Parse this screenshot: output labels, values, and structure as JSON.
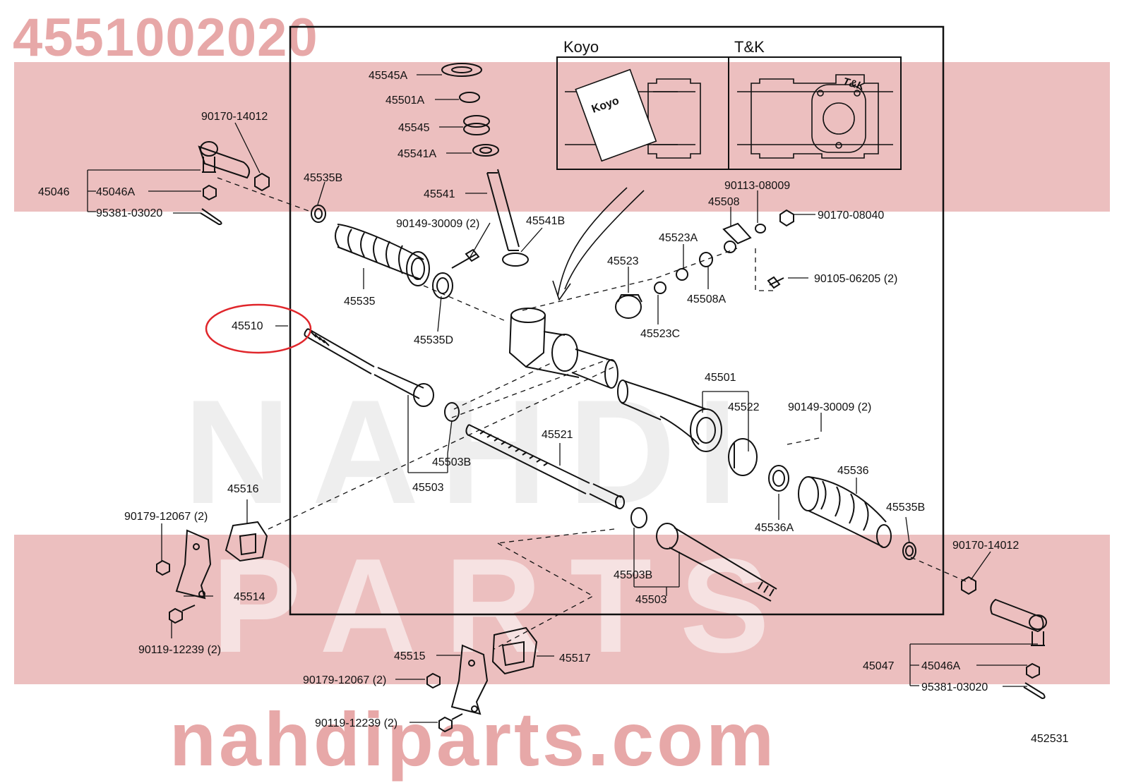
{
  "watermark": {
    "part_number": "4551002020",
    "brand_ghost": "NAHDI",
    "parts_ghost": "PARTS",
    "site": "nahdiparts.com"
  },
  "inset": {
    "koyo_title": "Koyo",
    "tk_title": "T&K",
    "koyo_stamp": "Koyo",
    "tk_stamp": "T&K"
  },
  "labels": {
    "l_90170_14012_a": "90170-14012",
    "l_45046": "45046",
    "l_45046A_a": "45046A",
    "l_95381_a": "95381-03020",
    "l_45545A": "45545A",
    "l_45501A": "45501A",
    "l_45545": "45545",
    "l_45541A": "45541A",
    "l_45535B_a": "45535B",
    "l_45541": "45541",
    "l_90149_a": "90149-30009 (2)",
    "l_45541B": "45541B",
    "l_45535": "45535",
    "l_45535D": "45535D",
    "l_45510": "45510",
    "l_90113": "90113-08009",
    "l_45508": "45508",
    "l_90170_08040": "90170-08040",
    "l_45523A": "45523A",
    "l_45523": "45523",
    "l_90105": "90105-06205 (2)",
    "l_45508A": "45508A",
    "l_45523C": "45523C",
    "l_45501": "45501",
    "l_45522": "45522",
    "l_90149_b": "90149-30009 (2)",
    "l_45521": "45521",
    "l_45503B_a": "45503B",
    "l_45503_a": "45503",
    "l_45516": "45516",
    "l_45536": "45536",
    "l_45535B_b": "45535B",
    "l_90179_a": "90179-12067 (2)",
    "l_45536A": "45536A",
    "l_90170_14012_b": "90170-14012",
    "l_45514": "45514",
    "l_45503B_b": "45503B",
    "l_45503_b": "45503",
    "l_90119_a": "90119-12239 (2)",
    "l_45515": "45515",
    "l_45517": "45517",
    "l_45047": "45047",
    "l_45046A_b": "45046A",
    "l_90179_b": "90179-12067 (2)",
    "l_95381_b": "95381-03020",
    "l_90119_b": "90119-12239 (2)",
    "l_452531": "452531"
  },
  "colors": {
    "highlight": "#e0262b",
    "band": "#e9b4b4",
    "watermark": "#e7a8a8",
    "ink": "#111111"
  }
}
